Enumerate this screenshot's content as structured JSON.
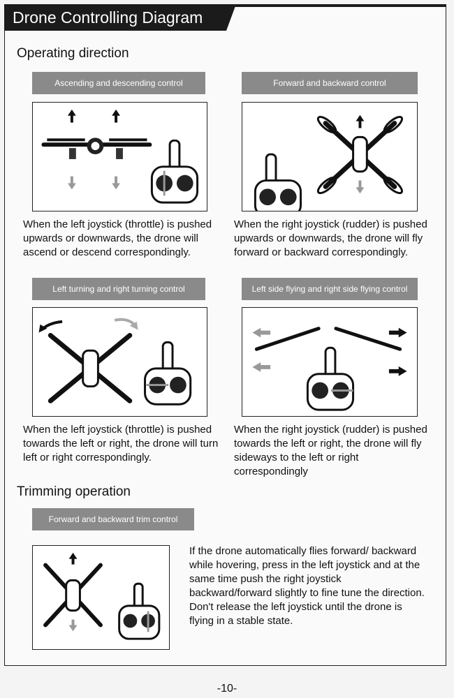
{
  "page": {
    "title": "Drone Controlling Diagram",
    "page_number": "-10-"
  },
  "operating": {
    "heading": "Operating direction",
    "panels": [
      {
        "label": "Ascending and descending control",
        "text": "When the left joystick (throttle) is pushed upwards or downwards, the drone will ascend or descend correspondingly."
      },
      {
        "label": "Forward and backward control",
        "text": "When the right joystick (rudder) is pushed upwards or downwards, the drone will fly forward or backward correspondingly."
      },
      {
        "label": "Left turning and right turning control",
        "text": "When the left joystick (throttle) is pushed towards the left or right, the drone will turn left or right correspondingly."
      },
      {
        "label": "Left side flying and right side flying control",
        "text": "When the right joystick (rudder) is pushed towards the left or right, the drone will fly sideways to the left or right correspondingly"
      }
    ]
  },
  "trimming": {
    "heading": "Trimming operation",
    "label": "Forward and backward trim control",
    "text": "If the drone automatically flies forward/ backward while hovering, press in the left joystick and at the same time push the right joystick backward/forward slightly to fine tune the direction. Don't release the left joystick until the drone is flying in a stable state."
  }
}
